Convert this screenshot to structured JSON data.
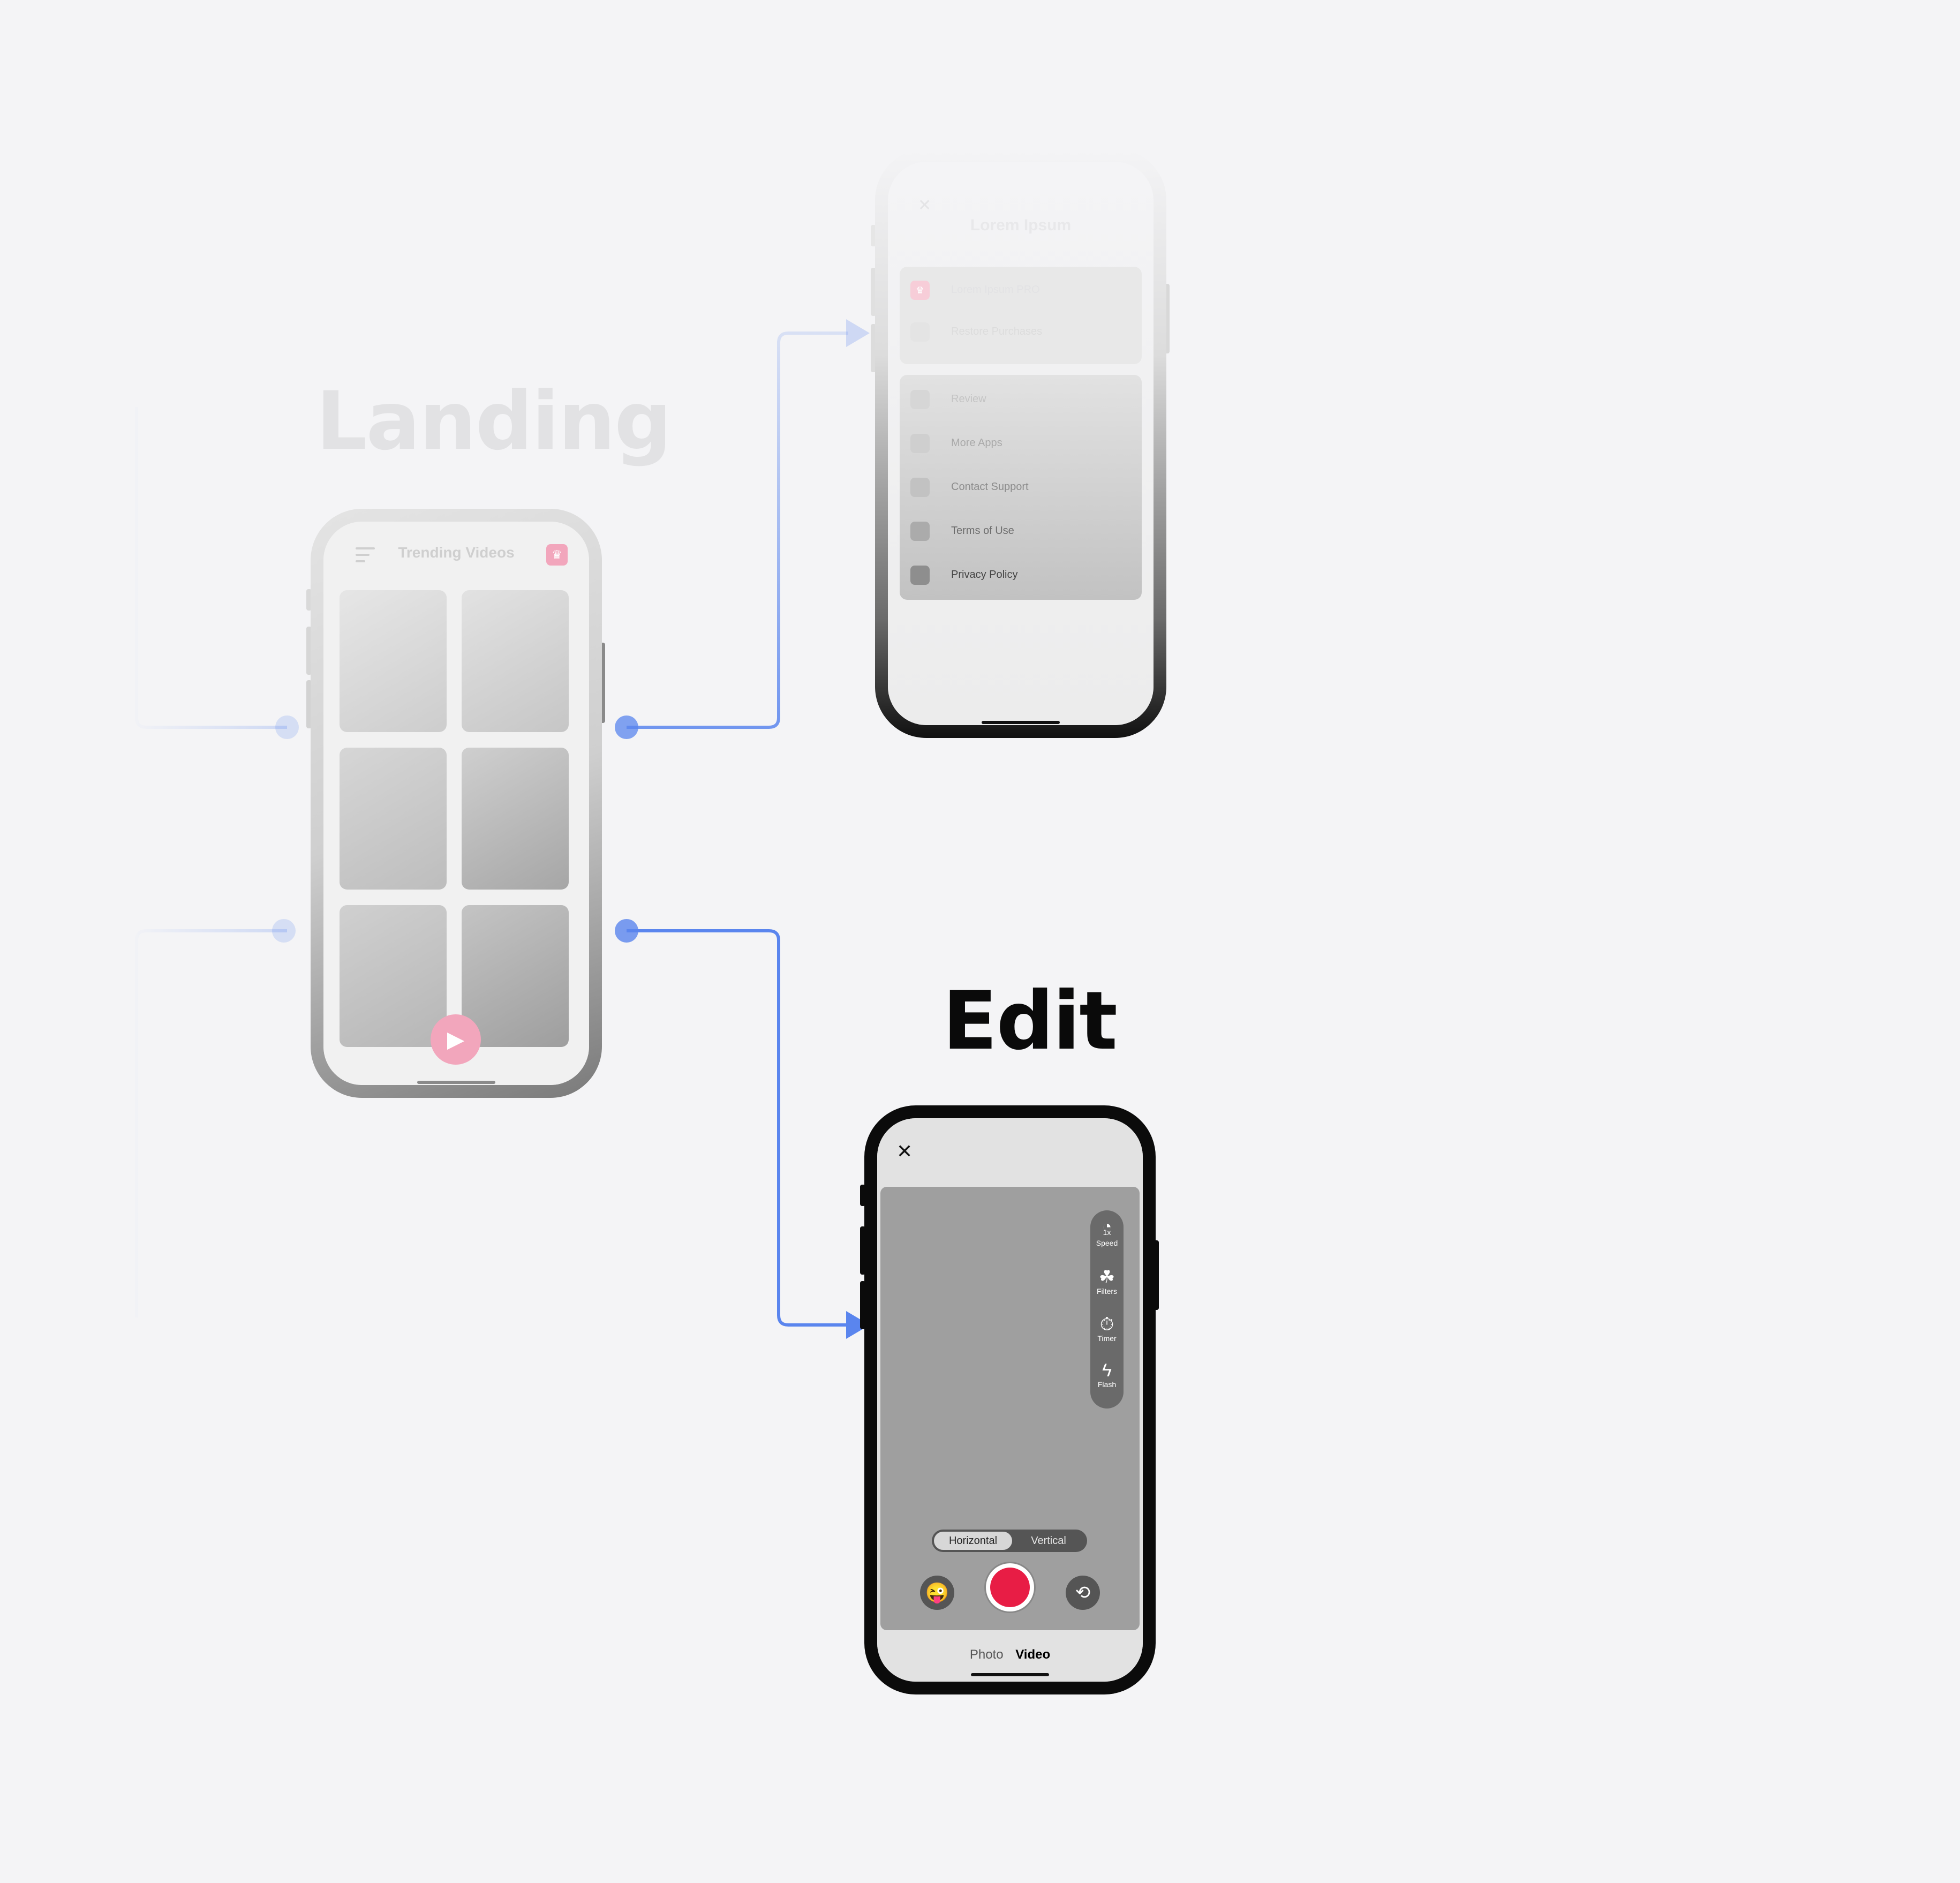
{
  "screens": {
    "landing": {
      "title": "Landing",
      "header_title": "Trending Videos",
      "menu_icon": "menu-icon",
      "pro_icon": "crown-icon",
      "record_icon": "video-plus-icon",
      "card_count_label": ""
    },
    "settings": {
      "title": "Lorem Ipsum",
      "close_icon": "close-icon",
      "group1": [
        "Lorem Ipsum PRO",
        "Restore Purchases"
      ],
      "group2": [
        "Review",
        "More Apps",
        "Contact Support",
        "Terms of Use",
        "Privacy Policy"
      ]
    },
    "edit": {
      "title": "Edit",
      "close_icon": "close-icon",
      "tools": [
        {
          "label": "Speed",
          "value": "1x",
          "icon": "speed-icon"
        },
        {
          "label": "Filters",
          "icon": "filters-icon"
        },
        {
          "label": "Timer",
          "icon": "timer-icon"
        },
        {
          "label": "Flash",
          "icon": "flash-icon"
        }
      ],
      "orientation": {
        "options": [
          "Horizontal",
          "Vertical"
        ],
        "selected": "Horizontal"
      },
      "modes": {
        "options": [
          "Photo",
          "Video"
        ],
        "selected": "Video"
      }
    }
  },
  "colors": {
    "background": "#f4f4f6",
    "connector": "#5a85ee",
    "accent_pink": "#f2a6bc",
    "record_red": "#e81d45"
  }
}
